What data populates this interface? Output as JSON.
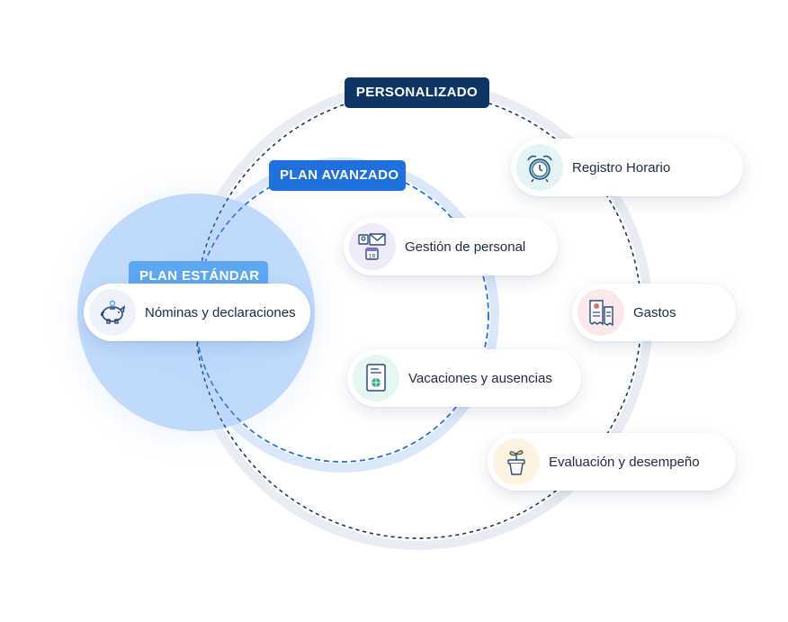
{
  "plans": {
    "custom": "PERSONALIZADO",
    "advanced": "PLAN AVANZADO",
    "standard": "PLAN ESTÁNDAR"
  },
  "modules": {
    "payroll": {
      "label": "Nóminas y declaraciones",
      "icon": "piggy-bank-icon"
    },
    "personnel": {
      "label": "Gestión de personal",
      "icon": "personnel-management-icon"
    },
    "vacations": {
      "label": "Vacaciones y ausencias",
      "icon": "passport-icon"
    },
    "time_tracking": {
      "label": "Registro Horario",
      "icon": "alarm-clock-icon"
    },
    "expenses": {
      "label": "Gastos",
      "icon": "receipts-icon"
    },
    "performance": {
      "label": "Evaluación y desempeño",
      "icon": "plant-pot-icon"
    }
  },
  "colors": {
    "custom": "#0f3565",
    "advanced": "#1f6fdc",
    "standard": "#5da6f2",
    "standard_fill": "#b7d5fb"
  }
}
